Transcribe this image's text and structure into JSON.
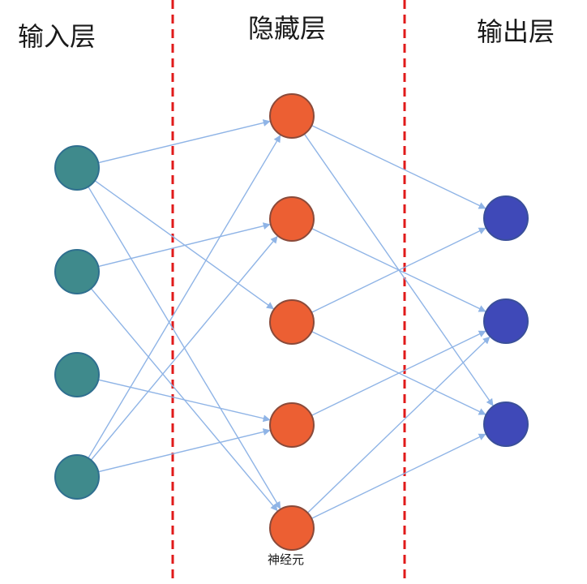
{
  "labels": {
    "input_layer": "输入层",
    "hidden_layer": "隐藏层",
    "output_layer": "输出层",
    "neuron": "神经元"
  },
  "colors": {
    "input_node_fill": "#3f8a8c",
    "input_node_stroke": "#2f6f8f",
    "hidden_node_fill": "#ec5f33",
    "hidden_node_stroke": "#8a4a3a",
    "output_node_fill": "#3f49b8",
    "output_node_stroke": "#3a4f9a",
    "edge": "#8fb4e6",
    "divider": "#e01a1a"
  },
  "network": {
    "input_count": 4,
    "hidden_count": 5,
    "output_count": 3,
    "input_to_hidden": [
      [
        0,
        0
      ],
      [
        0,
        2
      ],
      [
        0,
        4
      ],
      [
        1,
        1
      ],
      [
        1,
        4
      ],
      [
        2,
        3
      ],
      [
        3,
        0
      ],
      [
        3,
        1
      ],
      [
        3,
        3
      ]
    ],
    "hidden_to_output": [
      [
        0,
        0
      ],
      [
        0,
        2
      ],
      [
        1,
        1
      ],
      [
        2,
        0
      ],
      [
        2,
        2
      ],
      [
        3,
        1
      ],
      [
        4,
        1
      ],
      [
        4,
        2
      ]
    ]
  }
}
